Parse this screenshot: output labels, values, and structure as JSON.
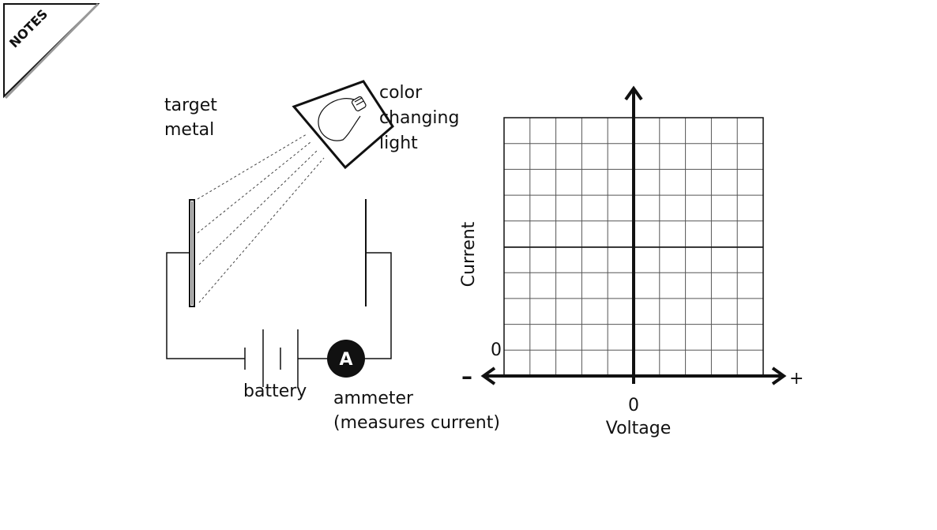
{
  "corner_tab": {
    "text": "NOTES"
  },
  "circuit": {
    "target_label_line1": "target",
    "target_label_line2": "metal",
    "light_label_line1": "color",
    "light_label_line2": "changing",
    "light_label_line3": "light",
    "battery_label": "battery",
    "ammeter_symbol": "A",
    "ammeter_label_line1": "ammeter",
    "ammeter_label_line2": "(measures current)"
  },
  "graph": {
    "ylabel": "Current",
    "xlabel": "Voltage",
    "x_zero": "0",
    "y_zero": "0",
    "minus_sign": "–",
    "plus_sign": "+",
    "grid_columns": 10,
    "grid_rows": 10
  },
  "colors": {
    "ink": "#111111",
    "grid": "#555555"
  }
}
